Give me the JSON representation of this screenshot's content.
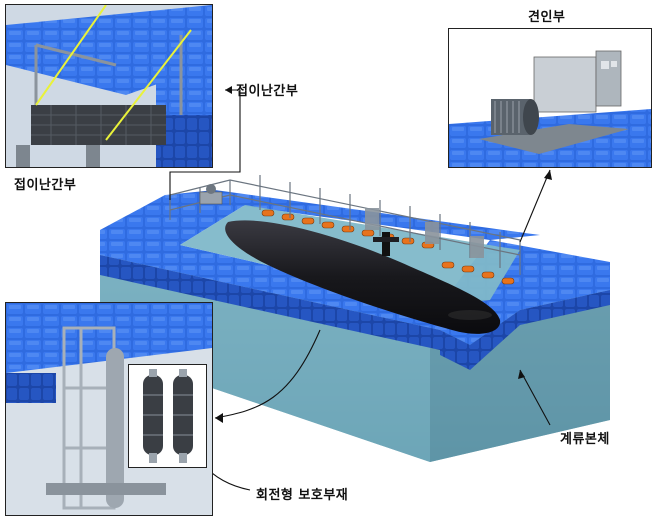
{
  "labels": {
    "folding_rail_top": "접이난간부",
    "folding_rail_left": "접이난간부",
    "towing_unit": "견인부",
    "mooring_body": "계류본체",
    "rotary_protector": "회전형 보호부재"
  },
  "colors": {
    "pontoon_blue": "#2f6be0",
    "pontoon_dark": "#1c46a8",
    "water": "#7fb6c8",
    "submarine": "#1b1b1f",
    "fender_orange": "#e8731d",
    "rail_yellow": "#e9f23a"
  }
}
